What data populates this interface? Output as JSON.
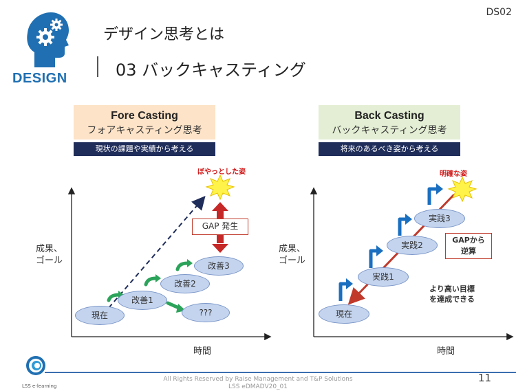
{
  "slide_id": "DS02",
  "design_label": "DESIGN",
  "title_line1": "デザイン思考とは",
  "title_line2": "03 バックキャスティング",
  "fore": {
    "header_main": "Fore Casting",
    "header_sub": "フォアキャスティング思考",
    "bar": "現状の課題や実績から考える",
    "y_axis_title": "成果、\nゴール",
    "x_axis_title": "時間",
    "star_label": "ぼやっとした姿",
    "gap_label": "GAP 発生",
    "nodes": [
      "現在",
      "改善1",
      "改善2",
      "改善3",
      "???"
    ]
  },
  "back": {
    "header_main": "Back Casting",
    "header_sub": "バックキャスティング思考",
    "bar": "将来のあるべき姿から考える",
    "y_axis_title": "成果、\nゴール",
    "x_axis_title": "時間",
    "star_label": "明確な姿",
    "gap_label": "GAPから\n逆算",
    "note": "より高い目標\nを達成できる",
    "nodes": [
      "現在",
      "実践1",
      "実践2",
      "実践3"
    ]
  },
  "footer": {
    "text_line1": "All Rights Reserved by Raise Management and T&P Solutions",
    "text_line2": "LSS eDMADV20_01",
    "page_number": "11",
    "logo_text": "LSS e-learning"
  },
  "colors": {
    "header_left": "#fde3c7",
    "header_right": "#e3eed4",
    "bar": "#1f2d5a",
    "ellipse": "#c4d4ee",
    "green_arrow": "#2ca35a",
    "blue_arrow": "#1a6fc0",
    "red_arrow": "#c0392b",
    "star": "#fff34a",
    "brand_blue": "#1f6fb2"
  }
}
